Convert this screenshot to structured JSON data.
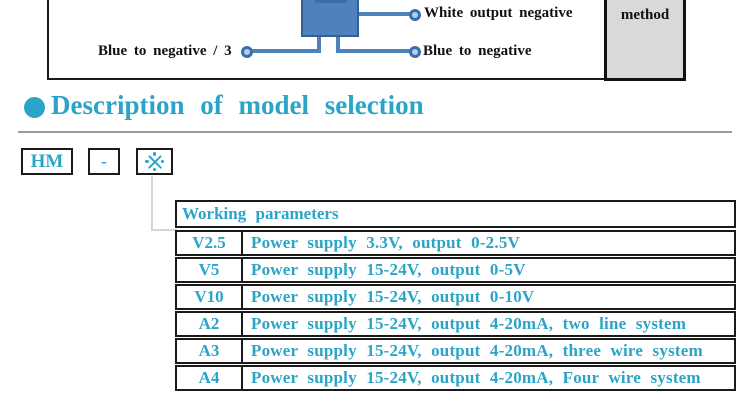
{
  "colors": {
    "accent": "#2ba4c8",
    "diagram_blue": "#4f81bd",
    "diagram_blue_border": "#365f91",
    "method_box_bg": "#d9d9d9",
    "border_dark": "#1a1a1a"
  },
  "diagram": {
    "labels": {
      "white_output_negative": "White output negative",
      "blue_to_negative_left": "Blue to negative / 3",
      "blue_to_negative_right": "Blue to negative",
      "method": "method"
    }
  },
  "heading": {
    "title": "Description of model selection"
  },
  "model_code": {
    "prefix": "HM",
    "separator": "-",
    "wildcard": "※"
  },
  "table": {
    "header": "Working parameters",
    "rows": [
      {
        "code": "V2.5",
        "description": "Power supply 3.3V, output 0-2.5V"
      },
      {
        "code": "V5",
        "description": "Power supply 15-24V, output 0-5V"
      },
      {
        "code": "V10",
        "description": "Power supply 15-24V, output 0-10V"
      },
      {
        "code": "A2",
        "description": "Power supply 15-24V, output 4-20mA, two line system"
      },
      {
        "code": "A3",
        "description": "Power supply 15-24V, output 4-20mA, three wire system"
      },
      {
        "code": "A4",
        "description": "Power supply 15-24V, output 4-20mA, Four wire system"
      }
    ]
  }
}
